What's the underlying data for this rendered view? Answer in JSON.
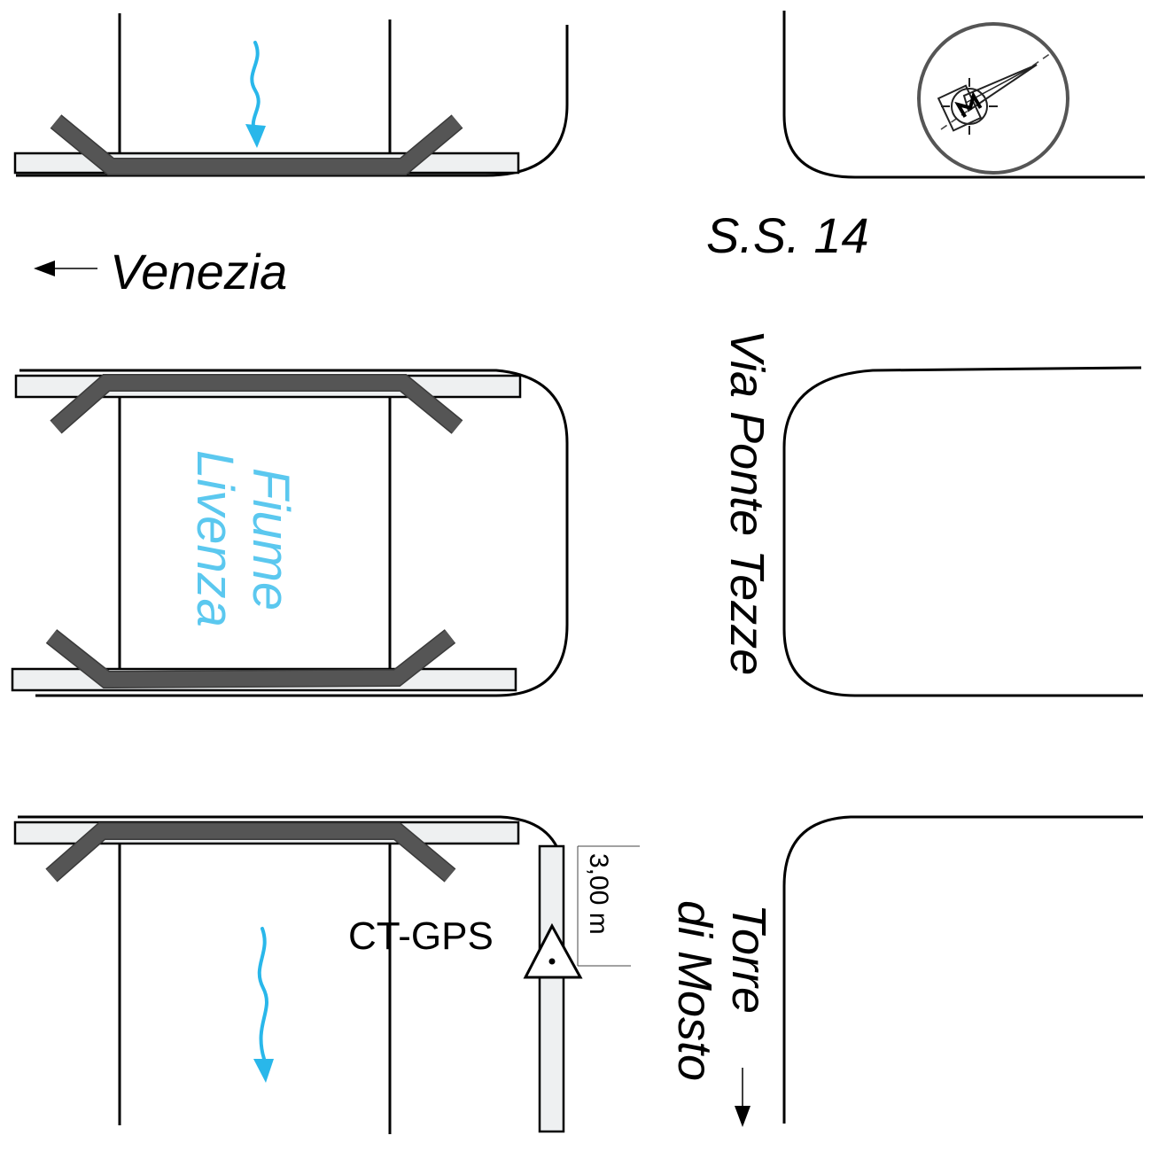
{
  "labels": {
    "road_ss14": "S.S. 14",
    "direction_west": "Venezia",
    "street_via_ponte_tezze": "Via Ponte Tezze",
    "river_name_line1": "Fiume",
    "river_name_line2": "Livenza",
    "direction_south_line1": "Torre",
    "direction_south_line2": "di Mosto",
    "station_code": "CT-GPS",
    "dimension": "3,00 m"
  },
  "icons": {
    "north_compass": "compass-icon",
    "benchmark": "triangle-benchmark-icon",
    "flow_arrow": "wavy-arrow-icon",
    "direction_arrow": "arrow-icon"
  },
  "colors": {
    "water": "#29b7ea",
    "river_label": "#5bc8ef",
    "bridge_girder": "#555555",
    "deck": "#eef0f1",
    "lines": "#000000"
  }
}
